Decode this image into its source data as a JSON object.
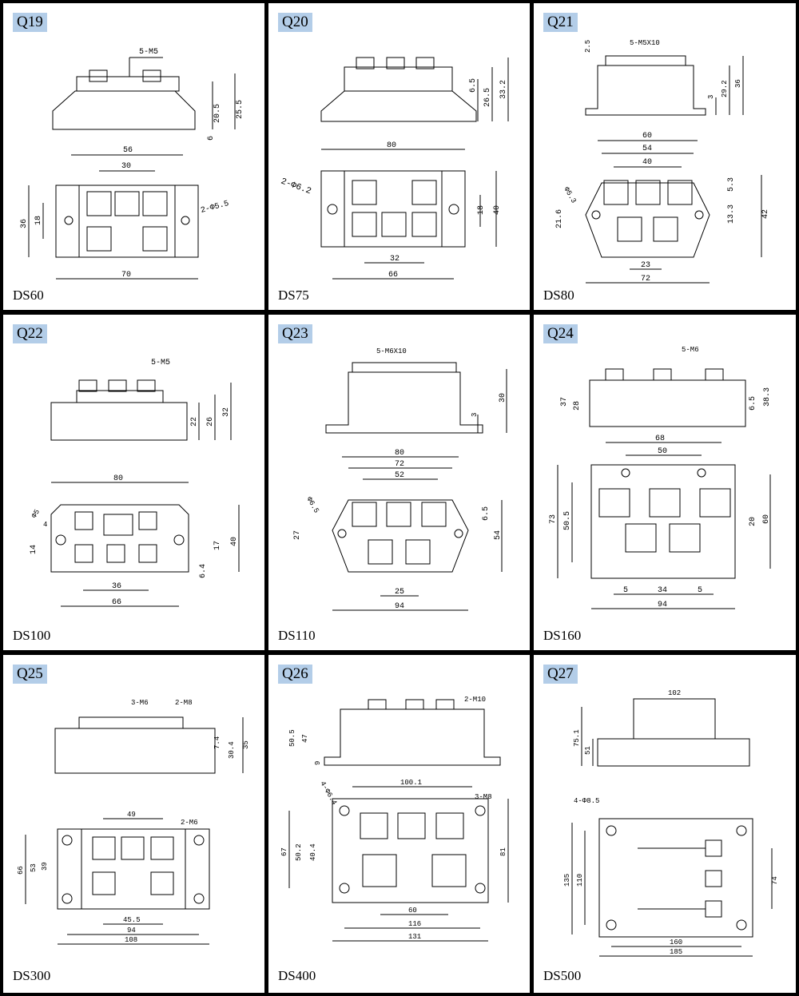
{
  "cells": [
    {
      "id": "Q19",
      "model": "DS60",
      "top": {
        "holes": "5-M5",
        "dims": [
          "20.5",
          "25.5",
          "6"
        ]
      },
      "bottom": {
        "dims": [
          "56",
          "30",
          "70",
          "36",
          "18"
        ],
        "hole": "2-Φ5.5"
      }
    },
    {
      "id": "Q20",
      "model": "DS75",
      "top": {
        "dims": [
          "6.5",
          "26.5",
          "33.2"
        ]
      },
      "bottom": {
        "dims": [
          "80",
          "18",
          "40",
          "32",
          "66"
        ],
        "hole": "2-Φ6.2"
      }
    },
    {
      "id": "Q21",
      "model": "DS80",
      "top": {
        "holes": "5-M5X10",
        "dims": [
          "2.5",
          "3",
          "29.2",
          "36"
        ]
      },
      "bottom": {
        "dims": [
          "60",
          "54",
          "40",
          "21.6",
          "5.3",
          "13.3",
          "42",
          "23",
          "72"
        ],
        "hole": "Φ5.3"
      }
    },
    {
      "id": "Q22",
      "model": "DS100",
      "top": {
        "holes": "5-M5",
        "dims": [
          "22",
          "26",
          "32"
        ]
      },
      "bottom": {
        "dims": [
          "80",
          "14",
          "17",
          "40",
          "6.4",
          "36",
          "66"
        ],
        "hole": "Φ5",
        "hole2": "4"
      }
    },
    {
      "id": "Q23",
      "model": "DS110",
      "top": {
        "holes": "5-M6X10",
        "dims": [
          "30",
          "3"
        ]
      },
      "bottom": {
        "dims": [
          "80",
          "72",
          "52",
          "27",
          "6.5",
          "54",
          "25",
          "94"
        ],
        "hole": "Φ6.5"
      }
    },
    {
      "id": "Q24",
      "model": "DS160",
      "top": {
        "holes": "5-M6",
        "dims": [
          "37",
          "28",
          "6.5",
          "38.3"
        ]
      },
      "bottom": {
        "dims": [
          "68",
          "50",
          "73",
          "50.5",
          "20",
          "60",
          "5",
          "34",
          "5",
          "94"
        ]
      }
    },
    {
      "id": "Q25",
      "model": "DS300",
      "top": {
        "holes": "3-M6",
        "holes2": "2-M8",
        "dims": [
          "7.4",
          "30.4",
          "35"
        ]
      },
      "bottom": {
        "holes": "2-M6",
        "dims": [
          "49",
          "66",
          "53",
          "39",
          "45.5",
          "94",
          "108"
        ]
      }
    },
    {
      "id": "Q26",
      "model": "DS400",
      "top": {
        "holes": "2-M10",
        "dims": [
          "50.5",
          "47",
          "9"
        ]
      },
      "bottom": {
        "holes": "3-M8",
        "hole": "4-Φ6.4",
        "dims": [
          "100.1",
          "67",
          "50.2",
          "40.4",
          "81",
          "60",
          "116",
          "131"
        ]
      }
    },
    {
      "id": "Q27",
      "model": "DS500",
      "top": {
        "dims": [
          "102",
          "75.1",
          "51"
        ]
      },
      "bottom": {
        "hole": "4-Φ8.5",
        "dims": [
          "135",
          "110",
          "74",
          "160",
          "185"
        ]
      }
    }
  ],
  "colors": {
    "tag": "#b3cde8",
    "line": "#000000",
    "body": "#ffffff"
  }
}
